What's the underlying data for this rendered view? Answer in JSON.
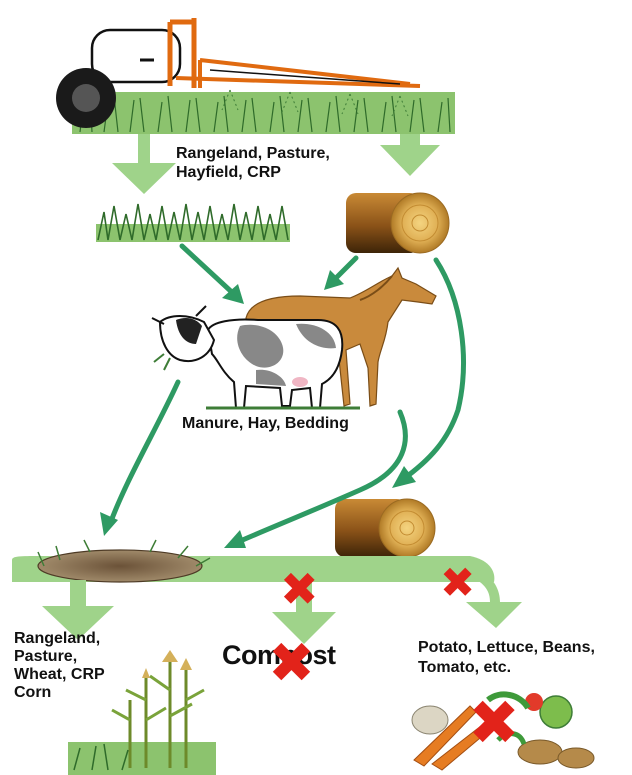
{
  "labels": {
    "top": "Rangeland, Pasture,\nHayfield, CRP",
    "middle": "Manure, Hay, Bedding",
    "bottom_left": "Rangeland,\nPasture,\nWheat, CRP\nCorn",
    "bottom_center": "Compost",
    "bottom_right": "Potato, Lettuce, Beans,\nTomato, etc."
  },
  "colors": {
    "flow_arrow": "#2e9a63",
    "branch_arrow": "#9fd38a",
    "x_mark": "#e2231a",
    "horse": "#c98a3c",
    "hay": "#b0701e"
  },
  "icons": [
    "sprayer-tractor-icon",
    "grass-strip-icon",
    "hay-bale-icon",
    "cow-icon",
    "horse-icon",
    "manure-pile-icon",
    "corn-crop-icon",
    "vegetables-icon",
    "x-mark-icon"
  ]
}
